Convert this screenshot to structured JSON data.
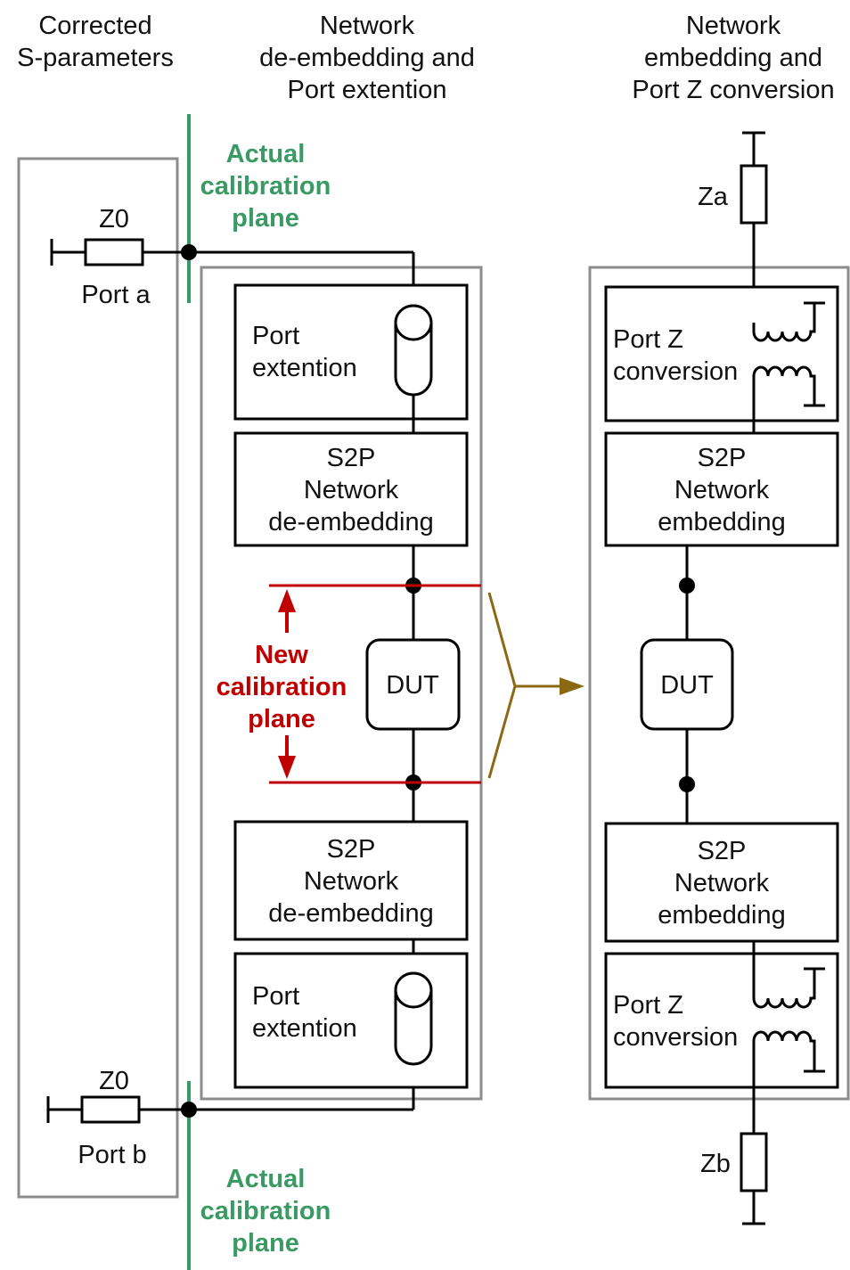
{
  "headers": {
    "col1": [
      "Corrected",
      "S-parameters"
    ],
    "col2": [
      "Network",
      "de-embedding and",
      "Port extention"
    ],
    "col3": [
      "Network",
      "embedding and",
      "Port Z conversion"
    ]
  },
  "actual_plane_label": [
    "Actual",
    "calibration",
    "plane"
  ],
  "new_plane_label": [
    "New",
    "calibration",
    "plane"
  ],
  "port_a": {
    "impedance": "Z0",
    "label": "Port a"
  },
  "port_b": {
    "impedance": "Z0",
    "label": "Port b"
  },
  "port_extention": [
    "Port",
    "extention"
  ],
  "s2p_deembed": [
    "S2P",
    "Network",
    "de-embedding"
  ],
  "s2p_embed": [
    "S2P",
    "Network",
    "embedding"
  ],
  "port_z_conversion": [
    "Port Z",
    "conversion"
  ],
  "dut": "DUT",
  "za": "Za",
  "zb": "Zb",
  "colors": {
    "green": "#3a9a63",
    "red": "#c00000",
    "arrow": "#8b6914",
    "frame": "#8c8c8c"
  }
}
